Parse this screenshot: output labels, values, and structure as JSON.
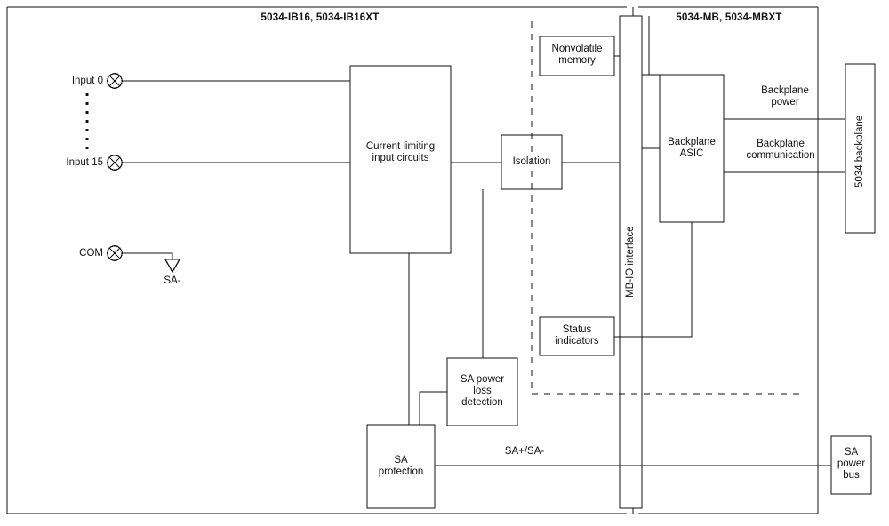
{
  "diagram": {
    "type": "block-diagram",
    "background": "#ffffff",
    "line_color": "#111111",
    "text_color": "#111111",
    "enclosures": [
      {
        "name": "io-module-enclosure",
        "title": "5034-IB16, 5034-IB16XT"
      },
      {
        "name": "mb-enclosure",
        "title": "5034-MB, 5034-MBXT"
      }
    ],
    "titles": {
      "left_module": "5034-IB16, 5034-IB16XT",
      "right_module": "5034-MB, 5034-MBXT"
    },
    "terminals": [
      {
        "id": "input0",
        "label": "Input 0",
        "symbol": "screw-terminal"
      },
      {
        "id": "input15",
        "label": "Input 15",
        "symbol": "screw-terminal"
      },
      {
        "id": "com",
        "label": "COM",
        "symbol": "screw-terminal"
      }
    ],
    "ground": {
      "label": "SA-",
      "symbol": "arrow-down"
    },
    "blocks": [
      {
        "id": "current-limiting",
        "label": "Current limiting\ninput circuits"
      },
      {
        "id": "isolation",
        "label": "Isolation"
      },
      {
        "id": "nonvolatile-memory",
        "label": "Nonvolatile\nmemory"
      },
      {
        "id": "status-indicators",
        "label": "Status\nindicators"
      },
      {
        "id": "sa-power-loss-detection",
        "label": "SA power\nloss\ndetection"
      },
      {
        "id": "sa-protection",
        "label": "SA\nprotection"
      },
      {
        "id": "mb-io-interface",
        "label": "MB-IO interface",
        "orientation": "vertical"
      },
      {
        "id": "backplane-asic",
        "label": "Backplane\nASIC"
      },
      {
        "id": "backplane",
        "label": "5034 backplane",
        "orientation": "vertical"
      },
      {
        "id": "sa-power-bus",
        "label": "SA\npower\nbus"
      }
    ],
    "signal_labels": [
      {
        "id": "backplane-power",
        "label": "Backplane\npower"
      },
      {
        "id": "backplane-communication",
        "label": "Backplane\ncommunication"
      },
      {
        "id": "sa-plus-minus",
        "label": "SA+/SA-"
      }
    ]
  }
}
